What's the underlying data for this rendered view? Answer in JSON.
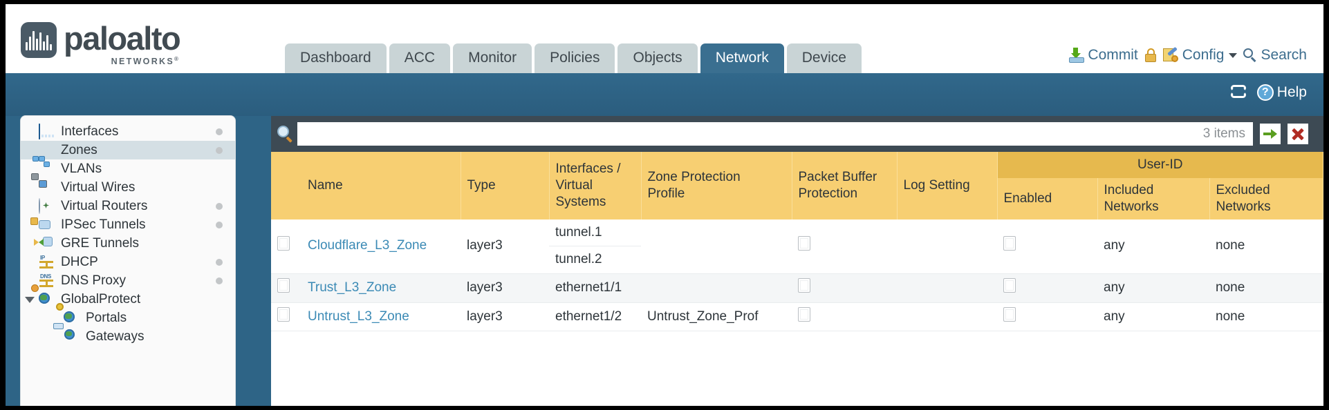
{
  "brand": {
    "name": "paloalto",
    "tagline": "NETWORKS",
    "registered": "®"
  },
  "tabs": [
    {
      "label": "Dashboard",
      "active": false
    },
    {
      "label": "ACC",
      "active": false
    },
    {
      "label": "Monitor",
      "active": false
    },
    {
      "label": "Policies",
      "active": false
    },
    {
      "label": "Objects",
      "active": false
    },
    {
      "label": "Network",
      "active": true
    },
    {
      "label": "Device",
      "active": false
    }
  ],
  "header_actions": {
    "commit": "Commit",
    "config": "Config",
    "search": "Search"
  },
  "band": {
    "help": "Help"
  },
  "sidebar": {
    "items": [
      {
        "label": "Interfaces",
        "icon": "interfaces-icon",
        "dot": true,
        "selected": false,
        "child": false,
        "expander": false
      },
      {
        "label": "Zones",
        "icon": "zones-icon",
        "dot": true,
        "selected": true,
        "child": false,
        "expander": false
      },
      {
        "label": "VLANs",
        "icon": "vlans-icon",
        "dot": false,
        "selected": false,
        "child": false,
        "expander": false
      },
      {
        "label": "Virtual Wires",
        "icon": "virtual-wires-icon",
        "dot": false,
        "selected": false,
        "child": false,
        "expander": false
      },
      {
        "label": "Virtual Routers",
        "icon": "virtual-routers-icon",
        "dot": true,
        "selected": false,
        "child": false,
        "expander": false
      },
      {
        "label": "IPSec Tunnels",
        "icon": "ipsec-tunnels-icon",
        "dot": true,
        "selected": false,
        "child": false,
        "expander": false
      },
      {
        "label": "GRE Tunnels",
        "icon": "gre-tunnels-icon",
        "dot": false,
        "selected": false,
        "child": false,
        "expander": false
      },
      {
        "label": "DHCP",
        "icon": "dhcp-icon",
        "dot": true,
        "selected": false,
        "child": false,
        "expander": false
      },
      {
        "label": "DNS Proxy",
        "icon": "dns-proxy-icon",
        "dot": true,
        "selected": false,
        "child": false,
        "expander": false
      },
      {
        "label": "GlobalProtect",
        "icon": "globalprotect-icon",
        "dot": false,
        "selected": false,
        "child": false,
        "expander": true
      },
      {
        "label": "Portals",
        "icon": "portals-icon",
        "dot": false,
        "selected": false,
        "child": true,
        "expander": false
      },
      {
        "label": "Gateways",
        "icon": "gateways-icon",
        "dot": false,
        "selected": false,
        "child": true,
        "expander": false
      }
    ]
  },
  "filter": {
    "value": "",
    "placeholder": "",
    "item_count": "3 items"
  },
  "table": {
    "group_header": "User-ID",
    "columns": [
      "Name",
      "Type",
      "Interfaces / Virtual Systems",
      "Zone Protection Profile",
      "Packet Buffer Protection",
      "Log Setting",
      "Enabled",
      "Included Networks",
      "Excluded Networks"
    ],
    "col_interfaces_line1": "Interfaces /",
    "col_interfaces_line2": "Virtual",
    "col_interfaces_line3": "Systems",
    "col_zone_prot_line1": "Zone Protection",
    "col_zone_prot_line2": "Profile",
    "col_pbp_line1": "Packet Buffer",
    "col_pbp_line2": "Protection",
    "col_incl_line1": "Included",
    "col_incl_line2": "Networks",
    "col_excl_line1": "Excluded",
    "col_excl_line2": "Networks",
    "rows": [
      {
        "name": "Cloudflare_L3_Zone",
        "type": "layer3",
        "interfaces": [
          "tunnel.1",
          "tunnel.2"
        ],
        "zone_protection_profile": "",
        "packet_buffer_protection": false,
        "log_setting": "",
        "userid_enabled": false,
        "included_networks": "any",
        "excluded_networks": "none",
        "selected": false
      },
      {
        "name": "Trust_L3_Zone",
        "type": "layer3",
        "interfaces": [
          "ethernet1/1"
        ],
        "zone_protection_profile": "",
        "packet_buffer_protection": false,
        "log_setting": "",
        "userid_enabled": false,
        "included_networks": "any",
        "excluded_networks": "none",
        "selected": false
      },
      {
        "name": "Untrust_L3_Zone",
        "type": "layer3",
        "interfaces": [
          "ethernet1/2"
        ],
        "zone_protection_profile": "Untrust_Zone_Prof",
        "packet_buffer_protection": false,
        "log_setting": "",
        "userid_enabled": false,
        "included_networks": "any",
        "excluded_networks": "none",
        "selected": false
      }
    ]
  },
  "colors": {
    "brand_dark": "#414b52",
    "tab_active": "#3a6f90",
    "tab_inactive": "#c9d4d6",
    "band": "#2e6486",
    "table_header": "#f7cf72",
    "table_group_header": "#e6b94e",
    "link": "#3b8ab5"
  }
}
